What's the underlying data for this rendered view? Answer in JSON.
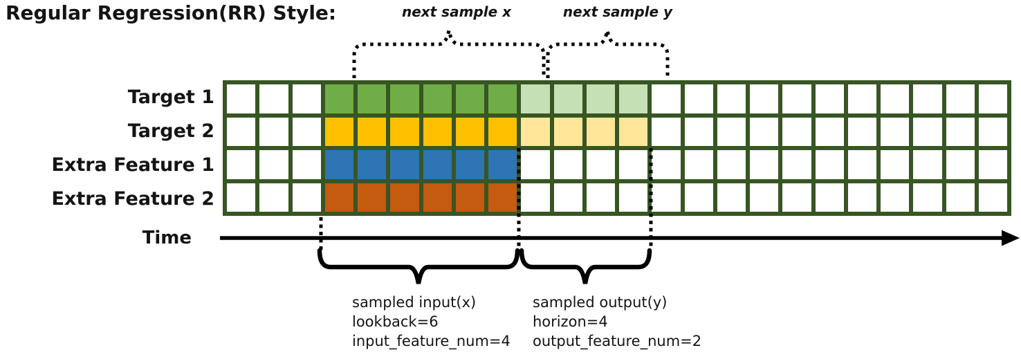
{
  "title": "Regular Regression(RR) Style:",
  "annotations": {
    "next_sample_x": "next sample x",
    "next_sample_y": "next sample y"
  },
  "time_axis": {
    "label": "Time"
  },
  "grid": {
    "columns_total": 24,
    "lead_empty_cols": 3,
    "lookback_cols": 6,
    "horizon_cols": 4,
    "trail_empty_cols": 11,
    "border_color": "#375623",
    "empty_color": "#FFFFFF",
    "rows": [
      {
        "label": "Target 1",
        "input_color": "#70AD47",
        "output_color": "#C5E0B4",
        "has_output": true
      },
      {
        "label": "Target 2",
        "input_color": "#FFC000",
        "output_color": "#FFE699",
        "has_output": true
      },
      {
        "label": "Extra Feature 1",
        "input_color": "#2E75B6",
        "output_color": "#FFFFFF",
        "has_output": false
      },
      {
        "label": "Extra Feature 2",
        "input_color": "#C55A11",
        "output_color": "#FFFFFF",
        "has_output": false
      }
    ]
  },
  "callouts": {
    "input": {
      "lines": [
        "sampled input(x)",
        "lookback=6",
        "input_feature_num=4"
      ]
    },
    "output": {
      "lines": [
        "sampled output(y)",
        "horizon=4",
        "output_feature_num=2"
      ]
    }
  }
}
